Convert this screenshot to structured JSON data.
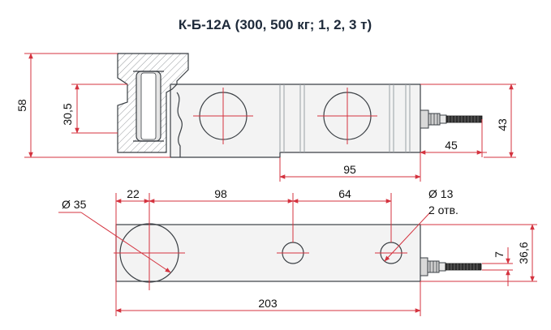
{
  "title": "К-Б-12А (300, 500 кг; 1, 2, 3 т)",
  "colors": {
    "dimension_lines": "#d4333f",
    "outline": "#3a3f44",
    "body_fill": "#f3f3f3",
    "title": "#1e2a3a"
  },
  "dimensions": {
    "top_view": {
      "overall_height": "58",
      "mount_height": "30,5",
      "body_length": "95",
      "cable_offset": "45",
      "side_height": "43"
    },
    "bottom_view": {
      "hole_large": "Ø 35",
      "first_offset": "22",
      "hole_spacing_1": "98",
      "hole_spacing_2": "64",
      "hole_small": "Ø 13",
      "hole_small_count": "2 отв.",
      "overall_length": "203",
      "cable_height": "7",
      "body_height": "36,6"
    }
  }
}
